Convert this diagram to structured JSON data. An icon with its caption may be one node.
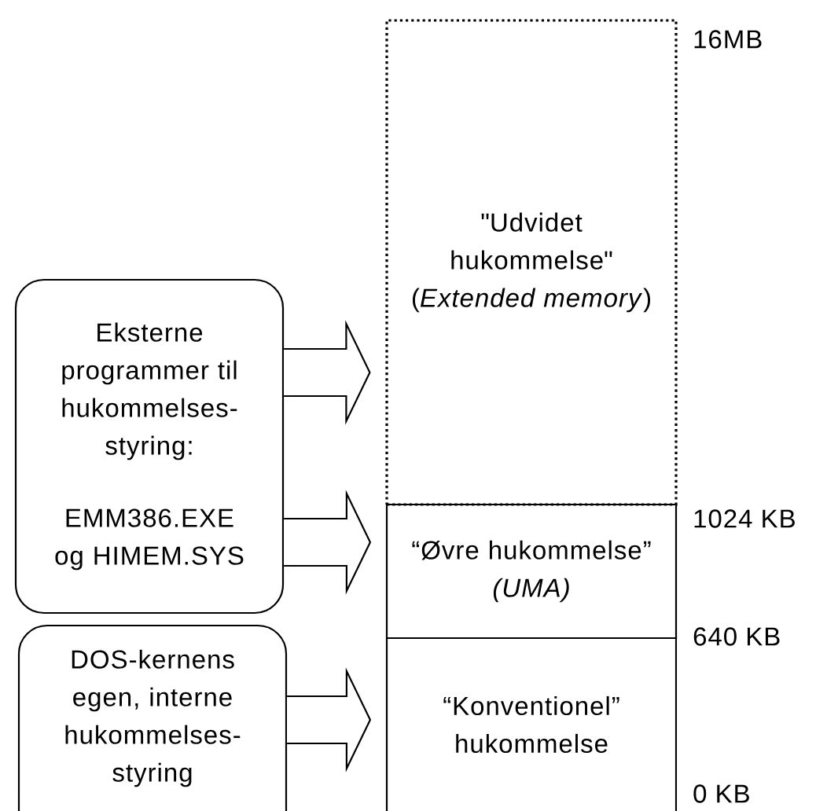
{
  "diagram": {
    "nodes": [
      {
        "text": [
          "Eksterne programmer til hukommelses- styring:",
          "EMM386.EXE og HIMEM.SYS"
        ]
      },
      {
        "text": [
          "DOS-kernens egen, interne hukommelses- styring"
        ]
      },
      {
        "text": [
          "\"Udvidet hukommelse\"",
          "(*Extended memory*)"
        ]
      },
      {
        "text": [
          "“Øvre hukommelse”",
          "(UMA)"
        ]
      },
      {
        "text": [
          "“Konventionel” hukommelse"
        ]
      }
    ],
    "edges": [
      {
        "from": 0,
        "to": 2,
        "arrow": "to"
      },
      {
        "from": 0,
        "to": 3,
        "arrow": "to"
      },
      {
        "from": 1,
        "to": 4,
        "arrow": "to"
      }
    ],
    "labels": [
      "16MB",
      "1024 KB",
      "640 KB",
      "0 KB"
    ]
  }
}
